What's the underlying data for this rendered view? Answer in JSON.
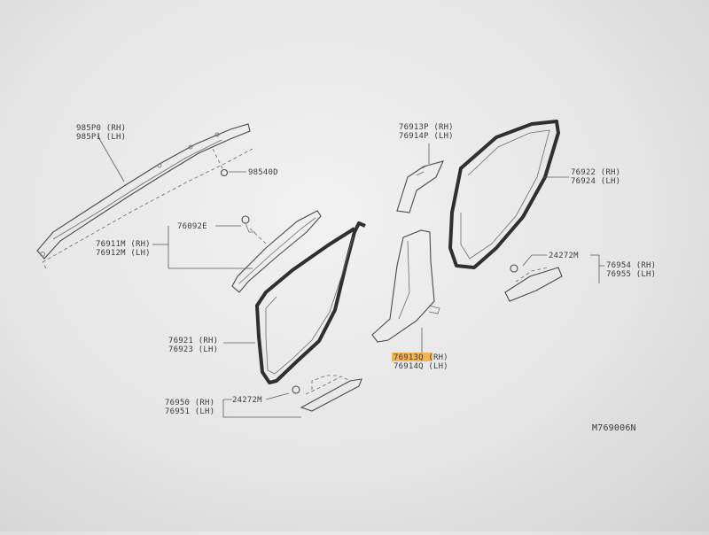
{
  "callouts": {
    "airbag_rh": "985P0 (RH)",
    "airbag_lh": "985P1 (LH)",
    "clip_98540": "98540D",
    "clip_76092": "76092E",
    "pillar_a_rh": "76911M (RH)",
    "pillar_a_lh": "76912M (LH)",
    "upper_b_rh": "76913P (RH)",
    "upper_b_lh": "76914P (LH)",
    "weather_rear_rh": "76922 (RH)",
    "weather_rear_lh": "76924 (LH)",
    "clip_24272_right": "24272M",
    "sill_rear_rh": "76954 (RH)",
    "sill_rear_lh": "76955 (LH)",
    "weather_front_rh": "76921 (RH)",
    "weather_front_lh": "76923 (LH)",
    "lower_b_rh": "76913Q (RH)",
    "lower_b_lh": "76914Q (LH)",
    "sill_front_rh": "76950 (RH)",
    "sill_front_lh": "76951 (LH)",
    "clip_24272_left": "24272M"
  },
  "diagram_code": "M769006N",
  "highlight_color": "#f3a93a"
}
